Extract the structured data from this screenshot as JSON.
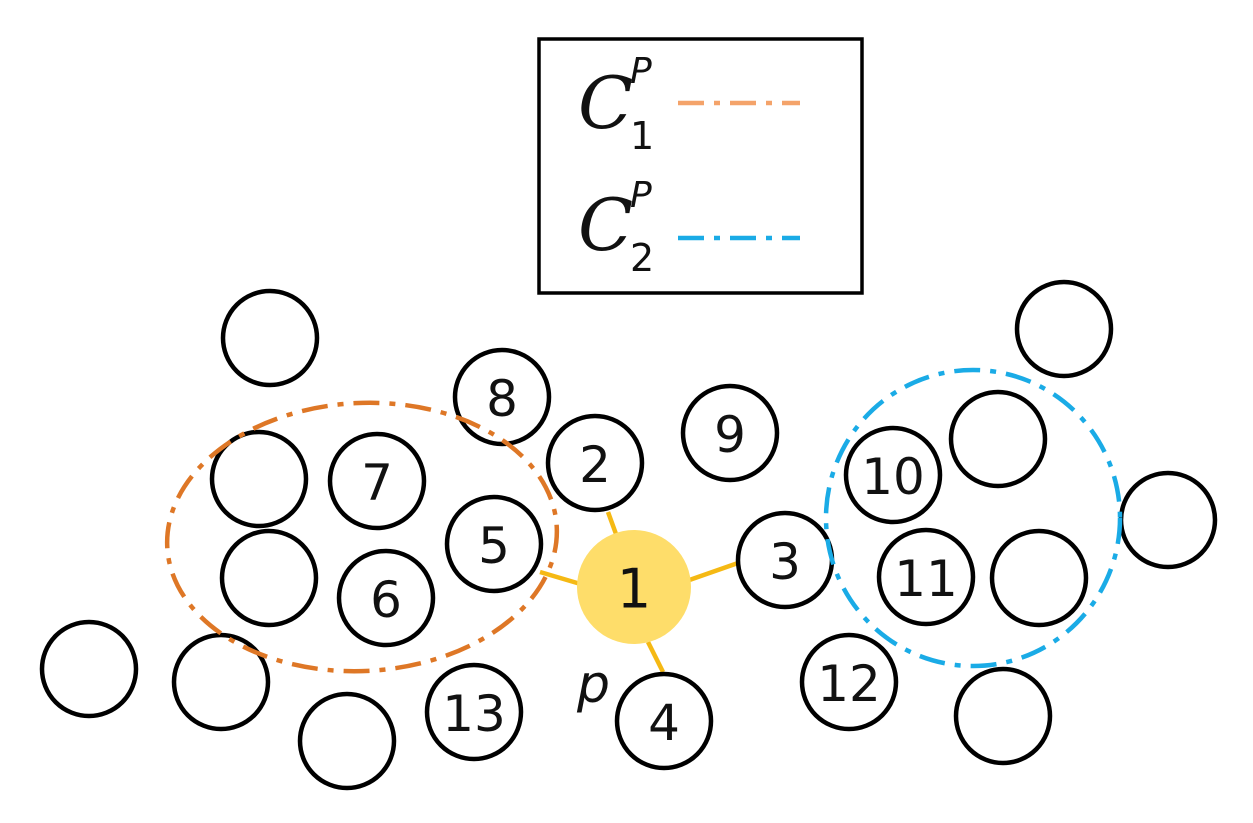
{
  "colors": {
    "edge": "#f5b914",
    "center_fill": "#fedd6a",
    "cluster1": "#de7726",
    "cluster2": "#1aabe6",
    "legend_line1": "#f4a36a",
    "legend_line2": "#1aabe6"
  },
  "legend": {
    "items": [
      {
        "symbol": "C",
        "sup": "P",
        "sub": "1"
      },
      {
        "symbol": "C",
        "sup": "P",
        "sub": "2"
      }
    ]
  },
  "labels": {
    "n1": "1",
    "n2": "2",
    "n3": "3",
    "n4": "4",
    "n5": "5",
    "n6": "6",
    "n7": "7",
    "n8": "8",
    "n9": "9",
    "n10": "10",
    "n11": "11",
    "n12": "12",
    "n13": "13",
    "p": "p"
  },
  "edges": [
    {
      "from": "1",
      "to": "2"
    },
    {
      "from": "1",
      "to": "3"
    },
    {
      "from": "1",
      "to": "4"
    },
    {
      "from": "1",
      "to": "5"
    }
  ]
}
